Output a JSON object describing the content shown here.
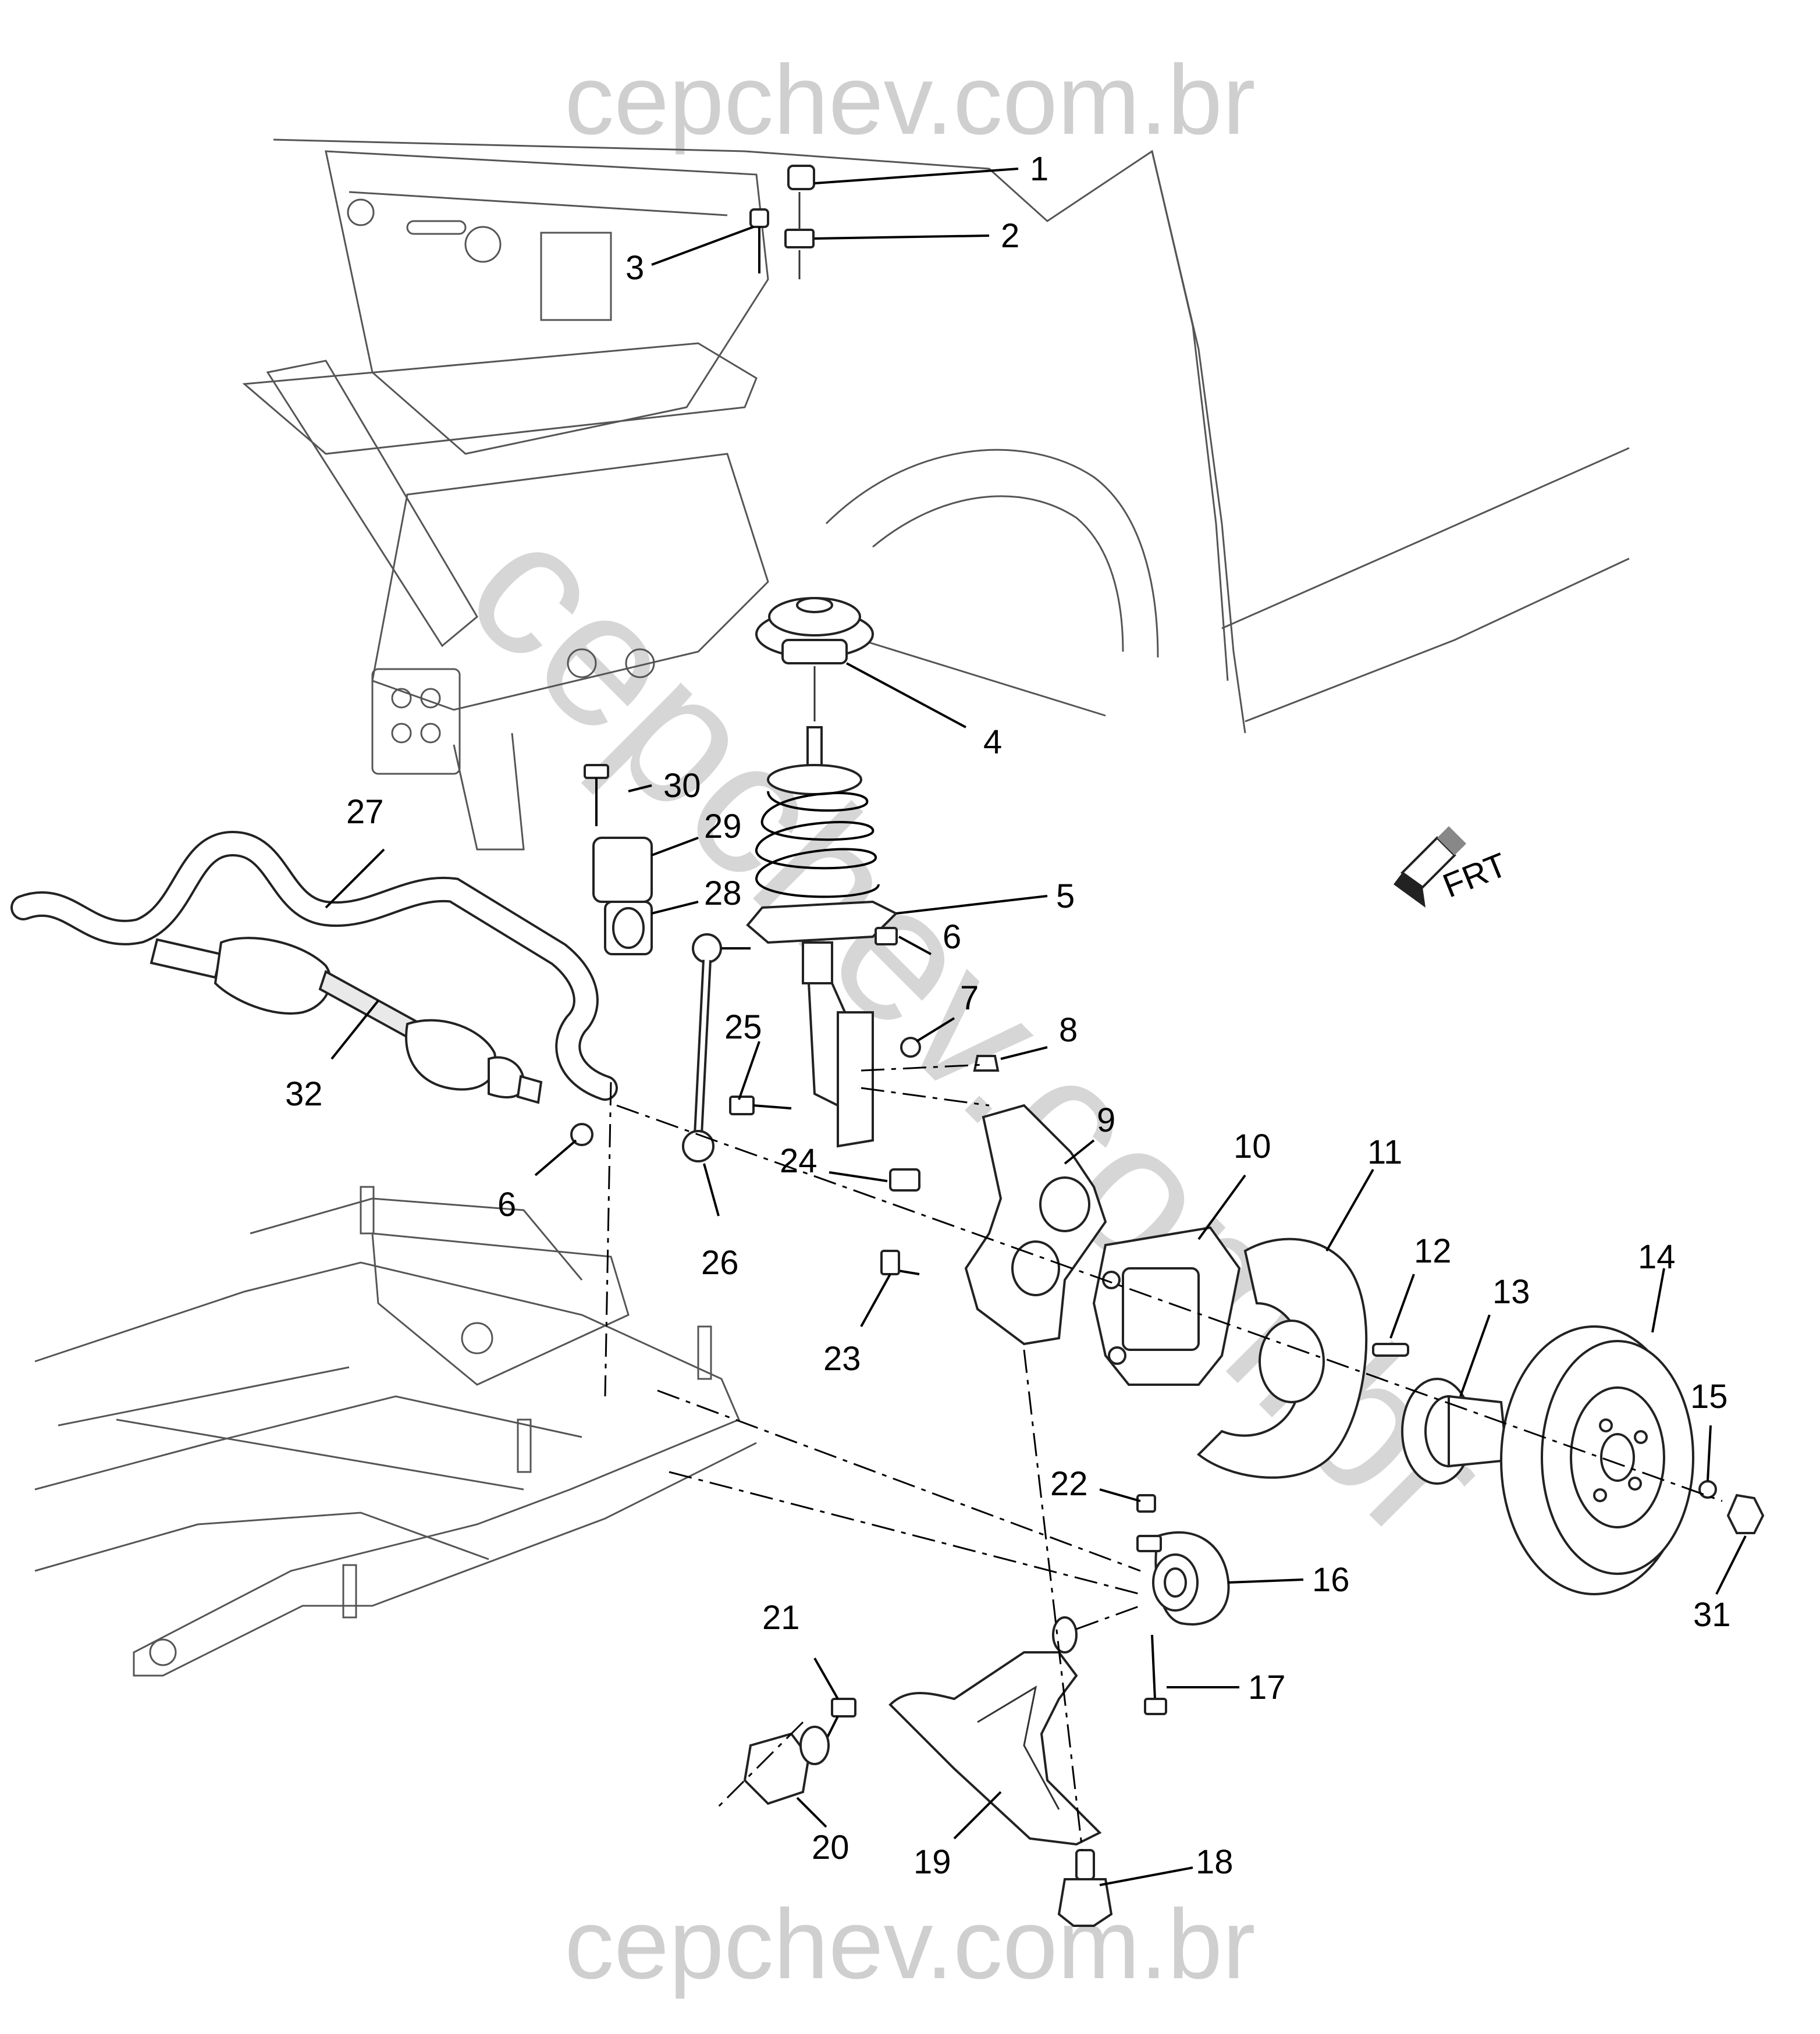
{
  "watermarks": {
    "top": "cepchev.com.br",
    "bottom": "cepchev.com.br",
    "diagonal": "cepchev.com.br"
  },
  "front_indicator": {
    "label": "FRT",
    "icon": "front-arrow-icon"
  },
  "callouts": [
    "1",
    "2",
    "3",
    "4",
    "5",
    "6",
    "6",
    "7",
    "8",
    "9",
    "10",
    "11",
    "12",
    "13",
    "14",
    "15",
    "16",
    "17",
    "18",
    "19",
    "20",
    "21",
    "22",
    "23",
    "24",
    "25",
    "26",
    "27",
    "28",
    "29",
    "30",
    "31",
    "32"
  ]
}
